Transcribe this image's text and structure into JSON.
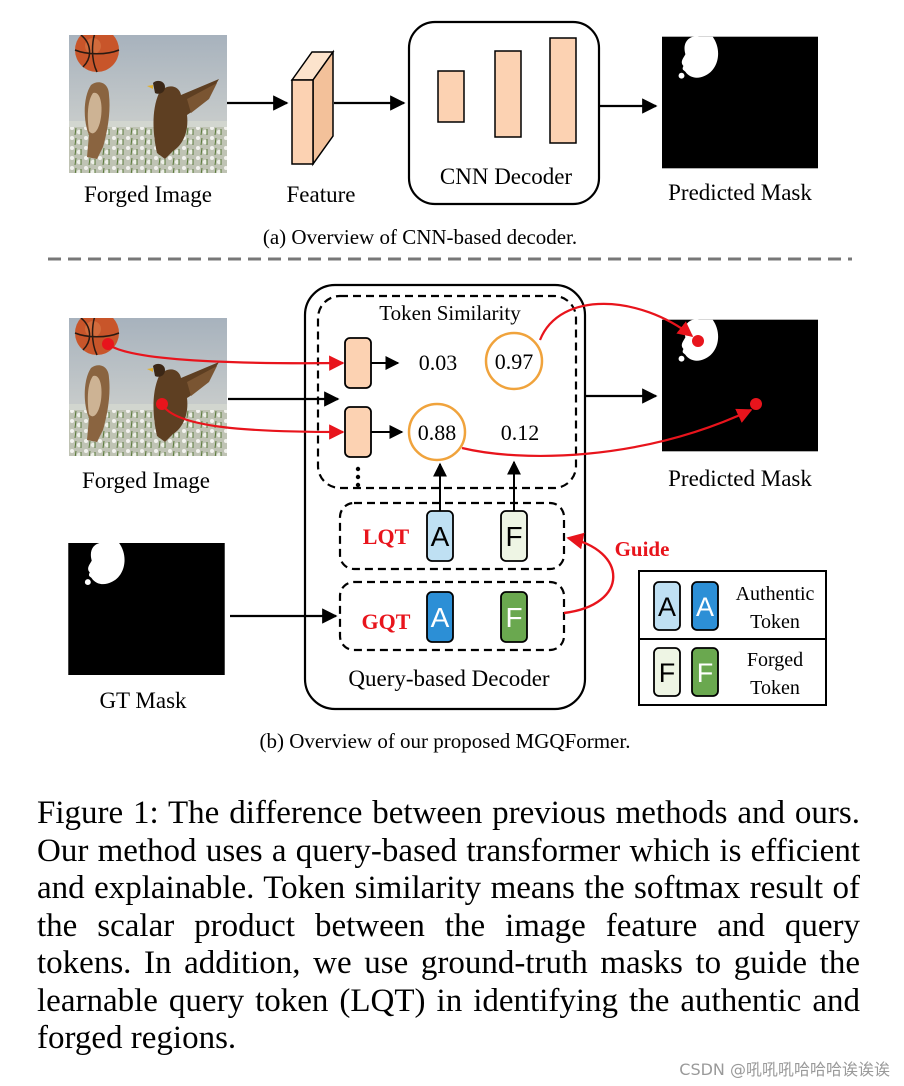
{
  "panel_a": {
    "forged_image_label": "Forged Image",
    "feature_label": "Feature",
    "decoder_label": "CNN Decoder",
    "predicted_mask_label": "Predicted Mask",
    "caption": "(a) Overview of CNN-based decoder."
  },
  "panel_b": {
    "forged_image_label": "Forged Image",
    "token_similarity_label": "Token Similarity",
    "scores": {
      "row1_plain": "0.03",
      "row1_highlight": "0.97",
      "row2_highlight": "0.88",
      "row2_plain": "0.12"
    },
    "predicted_mask_label": "Predicted Mask",
    "lqt_label": "LQT",
    "gqt_label": "GQT",
    "guide_label": "Guide",
    "gt_mask_label": "GT Mask",
    "decoder_label": "Query-based Decoder",
    "token_a": "A",
    "token_f": "F",
    "caption": "(b) Overview of our proposed MGQFormer."
  },
  "legend": {
    "authentic_line1": "Authentic",
    "authentic_line2": "Token",
    "forged_line1": "Forged",
    "forged_line2": "Token"
  },
  "colors": {
    "feature_peach": "#fcd2b2",
    "highlight_orange": "#f0a33c",
    "arrow_red": "#e8141c",
    "token_light_blue": "#bfe0f3",
    "token_blue": "#2c8fd6",
    "token_light_green": "#eef5e4",
    "token_green": "#6aa84f"
  },
  "figure_caption": "Figure 1: The difference between previous methods and ours. Our method uses a query-based transformer which is efficient and explainable. Token similarity means the softmax result of the scalar product between the image feature and query tokens. In addition, we use ground-truth masks to guide the learnable query token (LQT) in identifying the authentic and forged regions.",
  "watermark": "CSDN @吼吼吼哈哈哈诶诶诶"
}
